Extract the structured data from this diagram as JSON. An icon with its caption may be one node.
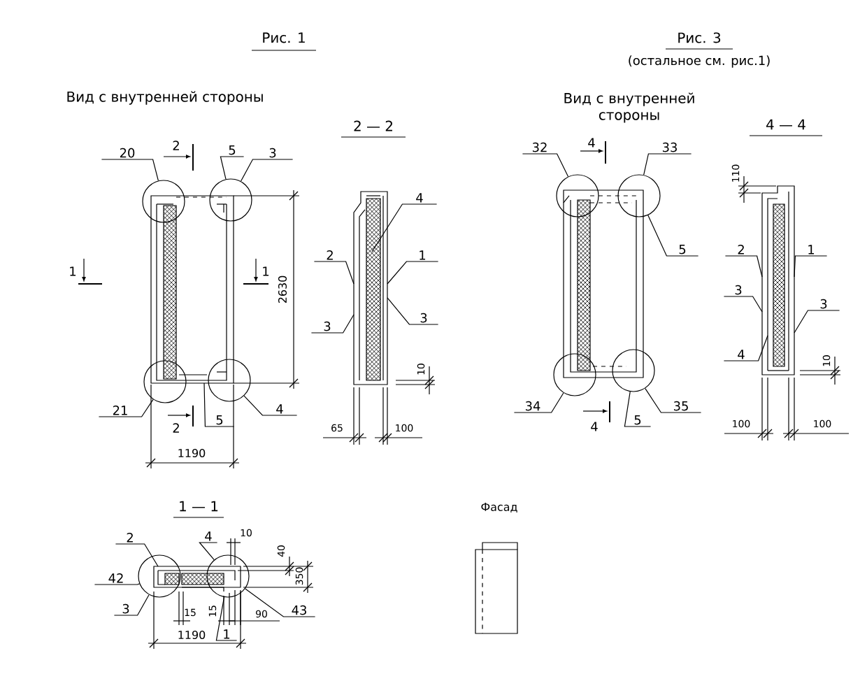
{
  "diagram": {
    "nodes": [
      {
        "text": [
          "20"
        ]
      },
      {
        "text": [
          "3"
        ]
      },
      {
        "text": [
          "5"
        ]
      },
      {
        "text": [],
        "shape": "circle"
      },
      {
        "text": [],
        "shape": "circle"
      },
      {
        "text": [],
        "shape": "circle"
      },
      {
        "text": [],
        "shape": "circle"
      },
      {
        "text": [
          "21"
        ]
      },
      {
        "text": [
          "5"
        ]
      },
      {
        "text": [
          "4"
        ]
      },
      {
        "text": [
          "4"
        ]
      },
      {
        "text": [
          "2"
        ]
      },
      {
        "text": [
          "1"
        ]
      },
      {
        "text": [
          "3"
        ]
      },
      {
        "text": [
          "3"
        ]
      },
      {
        "text": [
          "32"
        ]
      },
      {
        "text": [
          "33"
        ]
      },
      {
        "text": [
          "5"
        ]
      },
      {
        "text": [],
        "shape": "circle"
      },
      {
        "text": [],
        "shape": "circle"
      },
      {
        "text": [],
        "shape": "circle"
      },
      {
        "text": [],
        "shape": "circle"
      },
      {
        "text": [
          "34"
        ]
      },
      {
        "text": [
          "5"
        ]
      },
      {
        "text": [
          "35"
        ]
      },
      {
        "text": [
          "2"
        ]
      },
      {
        "text": [
          "1"
        ]
      },
      {
        "text": [
          "3"
        ]
      },
      {
        "text": [
          "3"
        ]
      },
      {
        "text": [
          "4"
        ]
      },
      {
        "text": [
          "2"
        ]
      },
      {
        "text": [
          "4"
        ]
      },
      {
        "text": [
          "42"
        ]
      },
      {
        "text": [],
        "shape": "circle"
      },
      {
        "text": [],
        "shape": "circle"
      },
      {
        "text": [
          "43"
        ]
      },
      {
        "text": [
          "3"
        ]
      },
      {
        "text": [
          "1"
        ]
      },
      {
        "text": [],
        "shape": "picture"
      },
      {
        "text": [],
        "shape": "picture"
      },
      {
        "text": [],
        "shape": "picture"
      },
      {
        "text": [],
        "shape": "picture"
      },
      {
        "text": [],
        "shape": "picture"
      }
    ],
    "edges": [
      {
        "from": 0,
        "to": 3,
        "arrow": "none"
      },
      {
        "from": 1,
        "to": 4,
        "arrow": "none"
      },
      {
        "from": 2,
        "to": 4,
        "arrow": "none"
      },
      {
        "from": 7,
        "to": 5,
        "arrow": "none"
      },
      {
        "from": 8,
        "to": 38,
        "arrow": "none"
      },
      {
        "from": 9,
        "to": 6,
        "arrow": "none"
      },
      {
        "from": 10,
        "to": 39,
        "arrow": "none"
      },
      {
        "from": 11,
        "to": 39,
        "arrow": "none"
      },
      {
        "from": 12,
        "to": 39,
        "arrow": "none"
      },
      {
        "from": 13,
        "to": 39,
        "arrow": "none"
      },
      {
        "from": 14,
        "to": 39,
        "arrow": "none"
      },
      {
        "from": 15,
        "to": 18,
        "arrow": "none"
      },
      {
        "from": 16,
        "to": 19,
        "arrow": "none"
      },
      {
        "from": 17,
        "to": 19,
        "arrow": "none"
      },
      {
        "from": 22,
        "to": 20,
        "arrow": "none"
      },
      {
        "from": 23,
        "to": 21,
        "arrow": "none"
      },
      {
        "from": 24,
        "to": 21,
        "arrow": "none"
      },
      {
        "from": 25,
        "to": 41,
        "arrow": "none"
      },
      {
        "from": 26,
        "to": 41,
        "arrow": "none"
      },
      {
        "from": 27,
        "to": 41,
        "arrow": "none"
      },
      {
        "from": 28,
        "to": 41,
        "arrow": "none"
      },
      {
        "from": 29,
        "to": 41,
        "arrow": "none"
      },
      {
        "from": 30,
        "to": 42,
        "arrow": "none"
      },
      {
        "from": 31,
        "to": 34,
        "arrow": "none"
      },
      {
        "from": 32,
        "to": 33,
        "arrow": "none"
      },
      {
        "from": 35,
        "to": 34,
        "arrow": "none"
      },
      {
        "from": 36,
        "to": 33,
        "arrow": "none"
      },
      {
        "from": 37,
        "to": 34,
        "arrow": "none"
      }
    ],
    "labels": [
      "Рис. 1",
      "Рис. 3",
      "(остальное см. рис.1)",
      "Вид с внутренней стороны",
      "2 — 2",
      "Вид с внутренней стороны",
      "4 — 4",
      "2",
      "1",
      "1",
      "2630",
      "2",
      "1190",
      "10",
      "65",
      "100",
      "4",
      "110",
      "4",
      "10",
      "100",
      "100",
      "1 — 1",
      "Фасад",
      "10",
      "40",
      "350",
      "15",
      "15",
      "90",
      "1190"
    ]
  }
}
